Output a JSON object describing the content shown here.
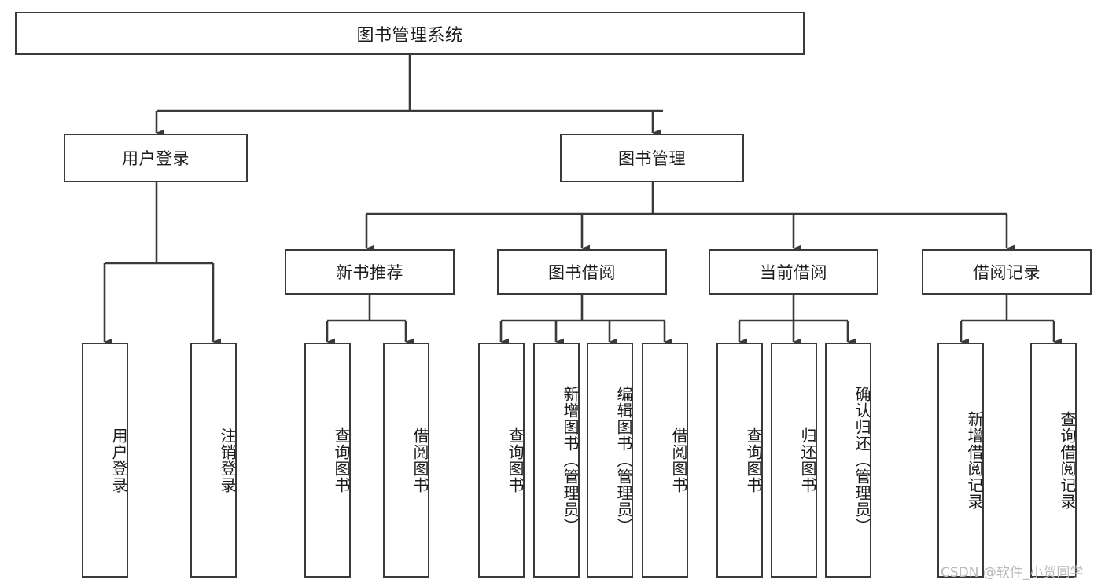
{
  "diagram": {
    "type": "tree-hierarchy",
    "orientation": "top-down",
    "title": "图书管理系统",
    "colors": {
      "box_border": "#3a3a3a",
      "box_fill": "#ffffff",
      "connector": "#3a3a3a",
      "text": "#1b1b1b",
      "watermark": "#b9b9b9",
      "background": "#ffffff"
    },
    "levels": {
      "root": {
        "label": "图书管理系统"
      },
      "level2": [
        {
          "label": "用户登录"
        },
        {
          "label": "图书管理"
        }
      ],
      "level3": [
        {
          "label": "新书推荐"
        },
        {
          "label": "图书借阅"
        },
        {
          "label": "当前借阅"
        },
        {
          "label": "借阅记录"
        }
      ],
      "leaves": {
        "user_login": [
          {
            "label": "用户登录"
          },
          {
            "label": "注销登录"
          }
        ],
        "new_book_recommend": [
          {
            "label": "查询图书"
          },
          {
            "label": "借阅图书"
          }
        ],
        "book_borrow": [
          {
            "label": "查询图书"
          },
          {
            "label": "新增图书（管理员）"
          },
          {
            "label": "编辑图书（管理员）"
          },
          {
            "label": "借阅图书"
          }
        ],
        "current_borrow": [
          {
            "label": "查询图书"
          },
          {
            "label": "归还图书"
          },
          {
            "label": "确认归还（管理员）"
          }
        ],
        "borrow_records": [
          {
            "label": "新增借阅记录"
          },
          {
            "label": "查询借阅记录"
          }
        ]
      }
    }
  },
  "watermark": {
    "text": "CSDN @软件_小贺同学"
  }
}
